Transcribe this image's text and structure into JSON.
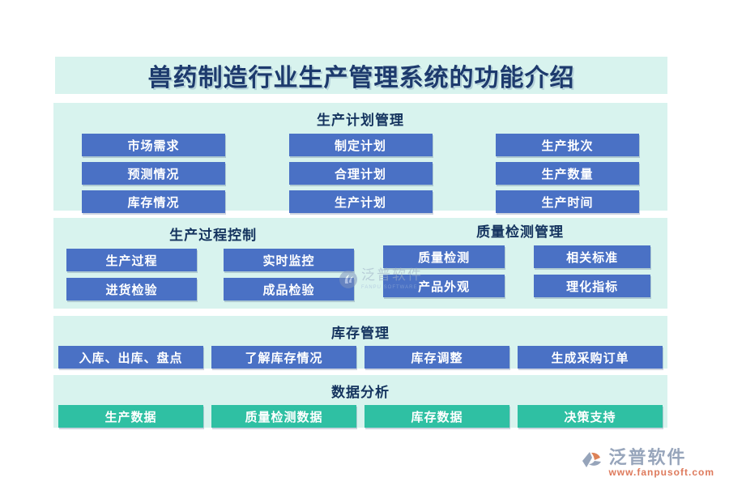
{
  "page": {
    "title": "兽药制造行业生产管理系统的功能介绍"
  },
  "colors": {
    "panel_bg": "#d8f3ee",
    "title_text": "#1d3a6d",
    "header_text": "#14335e",
    "chip_blue": "#4a71c5",
    "chip_teal": "#2fc0a3",
    "chip_text": "#ffffff",
    "logo_gray": "#97a5bb",
    "logo_orange": "#de7a5c"
  },
  "sections": {
    "plan": {
      "header": "生产计划管理",
      "rows": [
        [
          "市场需求",
          "制定计划",
          "生产批次"
        ],
        [
          "预测情况",
          "合理计划",
          "生产数量"
        ],
        [
          "库存情况",
          "生产计划",
          "生产时间"
        ]
      ]
    },
    "process": {
      "header": "生产过程控制",
      "rows": [
        [
          "生产过程",
          "实时监控"
        ],
        [
          "进货检验",
          "成品检验"
        ]
      ]
    },
    "quality": {
      "header": "质量检测管理",
      "rows": [
        [
          "质量检测",
          "相关标准"
        ],
        [
          "产品外观",
          "理化指标"
        ]
      ]
    },
    "inventory": {
      "header": "库存管理",
      "buttons": [
        "入库、出库、盘点",
        "了解库存情况",
        "库存调整",
        "生成采购订单"
      ]
    },
    "analysis": {
      "header": "数据分析",
      "buttons": [
        "生产数据",
        "质量检测数据",
        "库存数据",
        "决策支持"
      ]
    }
  },
  "watermark": {
    "text": "泛普软件",
    "subtext": "FANPU SOFTWARE"
  },
  "logo": {
    "name": "泛普软件",
    "url": "www.fanpusoft.com"
  }
}
